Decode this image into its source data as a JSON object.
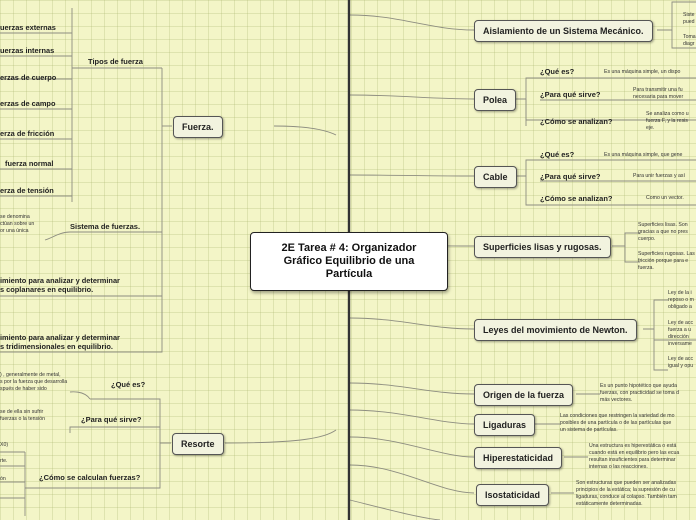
{
  "central": {
    "line1": "2E Tarea # 4: Organizador",
    "line2": "Gráfico Equilibrio de una",
    "line3": "Partícula"
  },
  "left": {
    "fuerza": "Fuerza.",
    "tipos": {
      "label": "Tipos de fuerza",
      "items": [
        "uerzas externas",
        "uerzas internas",
        "erzas de cuerpo",
        "erzas de campo",
        "erza de fricción",
        "fuerza normal",
        "erza de tensión"
      ]
    },
    "sistema": {
      "label": "Sistema de fuerzas.",
      "desc": [
        "se denomina",
        "ctúan sobre un",
        "or una única"
      ]
    },
    "coplanares": [
      "imiento para analizar y determinar",
      "s coplanares en equilibrio."
    ],
    "tridimensionales": [
      "imiento para analizar y determinar",
      "s tridimensionales en equilibrio."
    ],
    "resorte": {
      "title": "Resorte",
      "que_es": {
        "label": "¿Qué es?",
        "desc": [
          ") , generalmente de metal,",
          "s por la fuerza que desarrolla",
          "spués de haber sido"
        ]
      },
      "para_que": {
        "label": "¿Para qué sirve?",
        "desc": [
          "se de ella sin sufrir",
          "fuerzas o la tensión"
        ]
      },
      "como": {
        "label": "¿Cómo se calculan fuerzas?",
        "frag1": "X0)",
        "frag2": "rte.",
        "frag3": "ón"
      }
    }
  },
  "right": {
    "top_frag": {
      "a": [
        "Siste",
        "pued"
      ],
      "b": [
        "Toma",
        "diagr"
      ]
    },
    "aislamiento": "Aislamiento de un Sistema Mecánico.",
    "polea": {
      "title": "Polea",
      "que_es": {
        "label": "¿Qué es?",
        "desc": [
          "Es una máquina simple, un dispo"
        ]
      },
      "para_que": {
        "label": "¿Para qué sirve?",
        "desc": [
          "Para transmitir una fu",
          "necesaria para mover"
        ]
      },
      "como": {
        "label": "¿Cómo se analizan?",
        "desc": [
          "Se analiza como u",
          "fuerza F, y la resis",
          "eje."
        ]
      }
    },
    "cable": {
      "title": "Cable",
      "que_es": {
        "label": "¿Qué es?",
        "desc": [
          "Es una máquina simple, que gene"
        ]
      },
      "para_que": {
        "label": "¿Para qué sirve?",
        "desc": [
          "Para unir fuerzas y así"
        ]
      },
      "como": {
        "label": "¿Cómo se analizan?",
        "desc": [
          "Como un vector."
        ]
      }
    },
    "superficies": {
      "title": "Superficies lisas y rugosas.",
      "desc1": [
        "Superficies lisas. Son",
        "gracias a que no pres",
        "cuerpo."
      ],
      "desc2": [
        "Superficies rugosas. Las",
        "fricción porque para e",
        "fuerza."
      ]
    },
    "newton": {
      "title": "Leyes del movimiento de Newton.",
      "desc1": [
        "Ley de la i",
        "reposo o m",
        "obligado a"
      ],
      "desc2": [
        "Ley de acc",
        "fuerza a u",
        "dirección",
        "inversame"
      ],
      "desc3": [
        "Ley de acc",
        "igual y opu"
      ]
    },
    "origen": {
      "title": "Origen de la fuerza",
      "desc": [
        "Es un punto hipotético que ayuda",
        "fuerzas, con practicidad se toma d",
        "más vectores."
      ]
    },
    "ligaduras": {
      "title": "Ligaduras",
      "desc": [
        "Las condiciones que restringen la variedad de mo",
        "posibles de una partícula o de las partículas que",
        "un sistema de partículas."
      ]
    },
    "hiperestaticidad": {
      "title": "Hiperestaticidad",
      "desc": [
        "Una estructura es hiperestática o está",
        "cuando está en equilibrio pero las ecua",
        "resultan insuficientes para determinar",
        "internas o las reacciones."
      ]
    },
    "isostaticidad": {
      "title": "Isostaticidad",
      "desc": [
        "Son estructuras que pueden ser analizadas",
        "principios de la estática; la supresión de cu",
        "ligaduras, conduce al colapso. También tam",
        "estáticamente determinadas."
      ]
    }
  }
}
